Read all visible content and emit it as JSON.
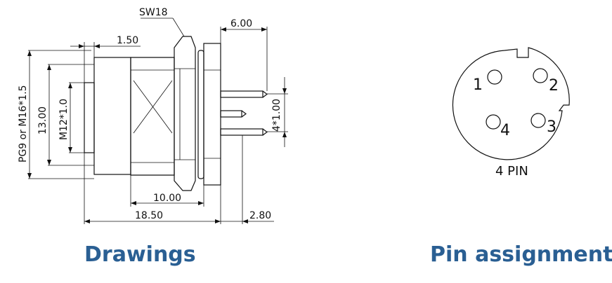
{
  "drawing": {
    "dimensions": {
      "sw": "SW18",
      "top_right": "6.00",
      "top_left": "1.50",
      "pitch": "4*1.00",
      "thread_outer": "PG9  or  M16*1.5",
      "diameter": "13.00",
      "thread_inner": "M12*1.0",
      "body_length": "10.00",
      "total_length": "18.50",
      "pin_offset": "2.80"
    },
    "caption": "Drawings"
  },
  "pin_assignment": {
    "pins": [
      "1",
      "2",
      "3",
      "4"
    ],
    "label": "4 PIN",
    "caption": "Pin assignment"
  },
  "colors": {
    "caption": "#2a5f93",
    "line": "#111111"
  }
}
